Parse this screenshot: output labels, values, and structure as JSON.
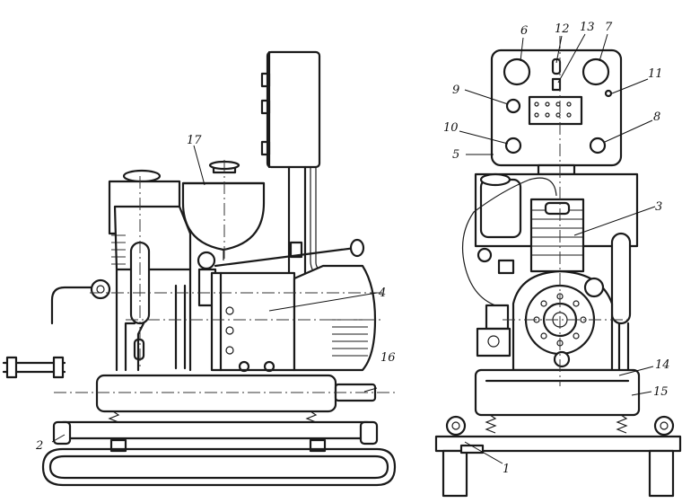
{
  "figure": {
    "callouts": [
      "1",
      "2",
      "3",
      "4",
      "5",
      "6",
      "7",
      "8",
      "9",
      "10",
      "11",
      "12",
      "13",
      "14",
      "15",
      "16",
      "17"
    ]
  }
}
